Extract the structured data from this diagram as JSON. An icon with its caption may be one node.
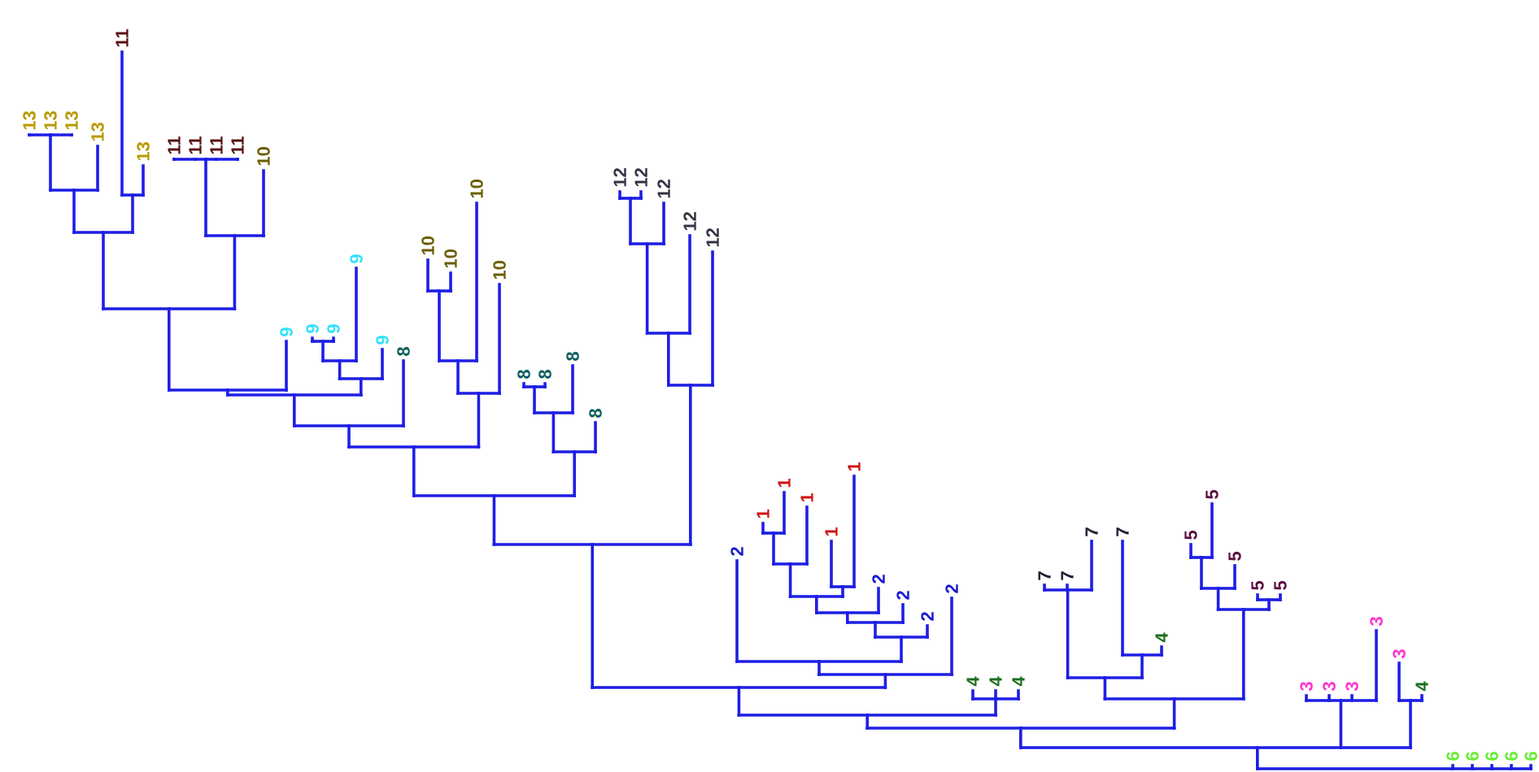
{
  "diagram": {
    "labels": [
      "13",
      "13",
      "13",
      "13",
      "11",
      "13",
      "11",
      "11",
      "11",
      "11",
      "10",
      "9",
      "9",
      "9",
      "9",
      "9",
      "8",
      "10",
      "10",
      "10",
      "10",
      "8",
      "8",
      "8",
      "8",
      "12",
      "12",
      "12",
      "12",
      "12",
      "2",
      "1",
      "1",
      "1",
      "1",
      "1",
      "2",
      "2",
      "2",
      "2",
      "4",
      "4",
      "4",
      "7",
      "7",
      "7",
      "7",
      "4",
      "5",
      "5",
      "5",
      "5",
      "5",
      "3",
      "3",
      "3",
      "3",
      "3",
      "4",
      "6",
      "6",
      "6",
      "6",
      "6"
    ]
  }
}
